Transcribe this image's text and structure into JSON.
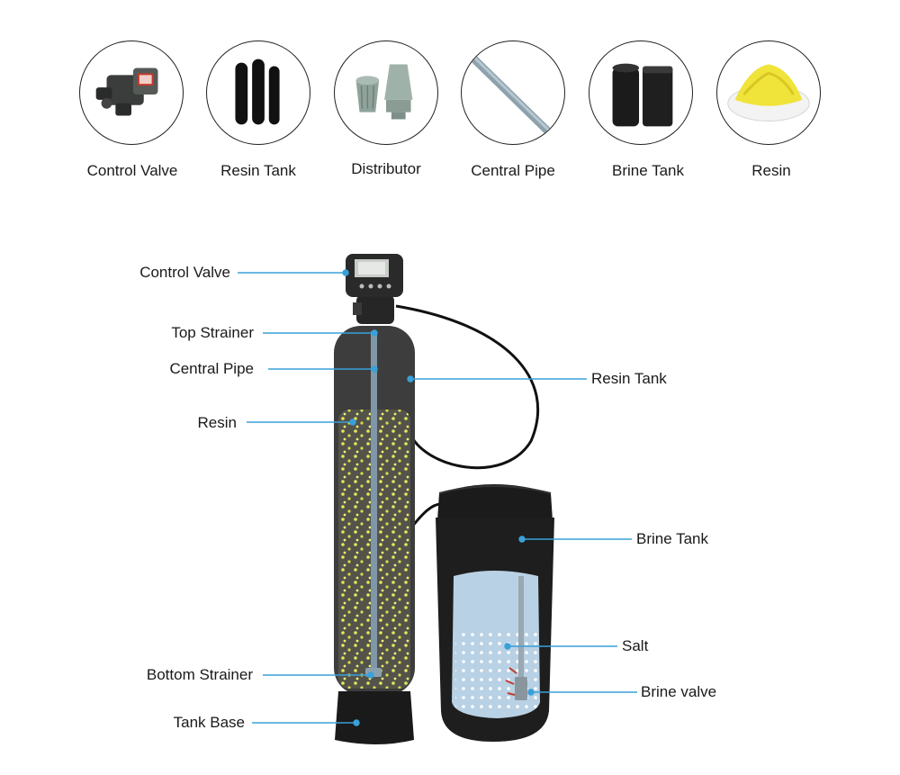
{
  "components": [
    {
      "label": "Control Valve",
      "icon": "control-valve-icon"
    },
    {
      "label": "Resin Tank",
      "icon": "resin-tank-icon"
    },
    {
      "label": "Distributor",
      "icon": "distributor-icon"
    },
    {
      "label": "Central Pipe",
      "icon": "central-pipe-icon"
    },
    {
      "label": "Brine Tank",
      "icon": "brine-tank-icon"
    },
    {
      "label": "Resin",
      "icon": "resin-icon"
    }
  ],
  "callouts": {
    "control_valve": "Control Valve",
    "top_strainer": "Top Strainer",
    "central_pipe": "Central Pipe",
    "resin": "Resin",
    "bottom_strainer": "Bottom Strainer",
    "tank_base": "Tank Base",
    "resin_tank": "Resin Tank",
    "brine_tank": "Brine Tank",
    "salt": "Salt",
    "brine_valve": "Brine valve"
  },
  "colors": {
    "leader_line": "#3aa0d8",
    "resin_yellow": "#e3e85a",
    "tank_dark": "#2b2b2b",
    "brine_water": "#b9d1e4"
  }
}
